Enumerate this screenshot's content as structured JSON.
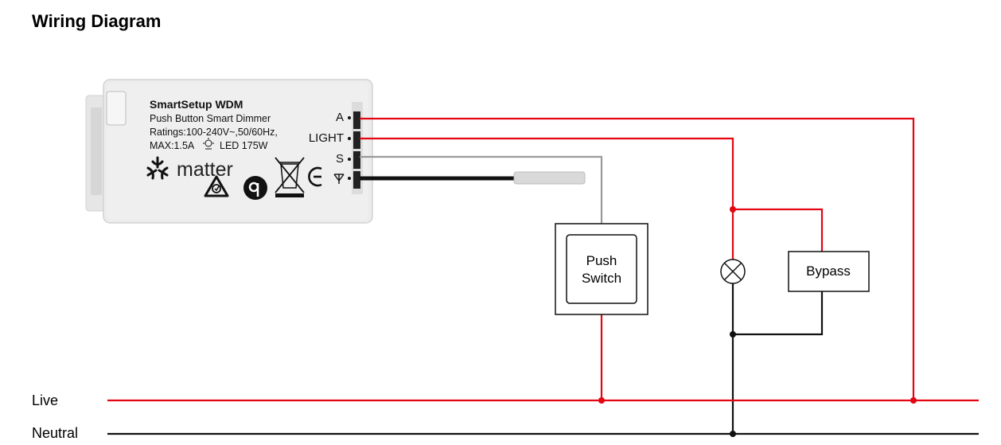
{
  "title": "Wiring Diagram",
  "device": {
    "name": "SmartSetup WDM",
    "subtitle": "Push Button Smart Dimmer",
    "ratings": "Ratings:100-240V~,50/60Hz,",
    "max_prefix": "MAX:1.5A",
    "max_suffix": "LED 175W",
    "brand": "matter",
    "terminals": [
      "A",
      "LIGHT",
      "S",
      "⮧"
    ]
  },
  "push_switch": {
    "line1": "Push",
    "line2": "Switch"
  },
  "bypass": "Bypass",
  "lines": {
    "live": "Live",
    "neutral": "Neutral"
  },
  "colors": {
    "live_wire": "#e30613",
    "neutral_wire": "#000000",
    "switch_wire": "#9a9a9a"
  },
  "icons": [
    "matter-logo-icon",
    "rcm-mark-icon",
    "certification-mark-icon",
    "weee-bin-icon",
    "ce-mark-icon",
    "bulb-icon",
    "lamp-symbol-icon",
    "antenna-icon"
  ]
}
